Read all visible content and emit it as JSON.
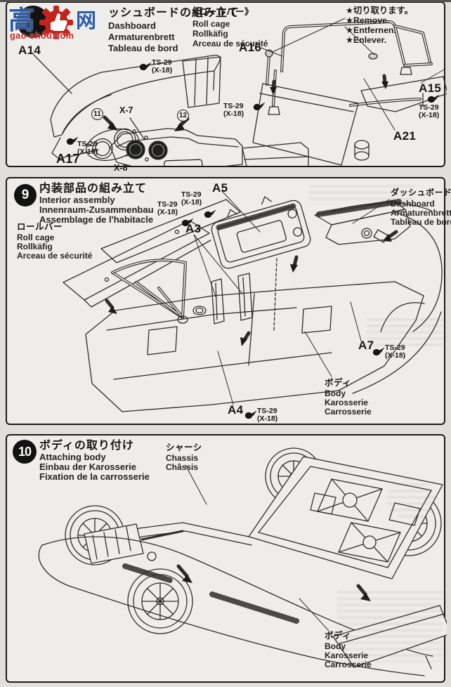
{
  "watermark": {
    "k1": "高",
    "k2": "网",
    "url": "gao-shou.com"
  },
  "common": {
    "ts29": "TS-29",
    "x18": "(X-18)"
  },
  "step8": {
    "title_jp": "ッシュボードの組み立て",
    "sub1": "Dashboard",
    "sub2": "Armaturenbrett",
    "sub3": "Tableau de bord",
    "rollcage_title": "《ロールバー》",
    "rollcage1": "Roll cage",
    "rollcage2": "Rollkäfig",
    "rollcage3": "Arceau de sécurité",
    "remove1": "★切り取ります。",
    "remove2": "★Remove.",
    "remove3": "★Entfernen.",
    "remove4": "★Enlever.",
    "a14": "A14",
    "a17": "A17",
    "a16": "A16",
    "a15": "A15",
    "a21": "A21",
    "x7": "X-7",
    "x8": "X-8",
    "n11": "11",
    "n12": "12"
  },
  "step9": {
    "num": "9",
    "title_jp": "内装部品の組み立て",
    "sub1": "Interior assembly",
    "sub2": "Innenraum-Zusammenbau",
    "sub3": "Assemblage de l'habitacle",
    "rc_jp": "ロールバー",
    "rc1": "Roll cage",
    "rc2": "Rollkäfig",
    "rc3": "Arceau de sécurité",
    "dash_jp": "ダッシュボード",
    "dash1": "Dashboard",
    "dash2": "Armaturenbrett",
    "dash3": "Tableau de bord",
    "body_jp": "ボディ",
    "body1": "Body",
    "body2": "Karosserie",
    "body3": "Carrosserie",
    "a5": "A5",
    "a3": "A3",
    "a4": "A4",
    "a7": "A7"
  },
  "step10": {
    "num": "10",
    "title_jp": "ボディの取り付け",
    "sub1": "Attaching body",
    "sub2": "Einbau der Karosserie",
    "sub3": "Fixation de la carrosserie",
    "ch_jp": "シャーシ",
    "ch1": "Chassis",
    "ch2": "Châssis",
    "body_jp": "ボディ",
    "body1": "Body",
    "body2": "Karosserie",
    "body3": "Carrosserie"
  },
  "colors": {
    "paper": "#eeede9",
    "line": "#2e2d2a",
    "wm_blue": "#2a5cab",
    "wm_red": "#c2231c"
  }
}
